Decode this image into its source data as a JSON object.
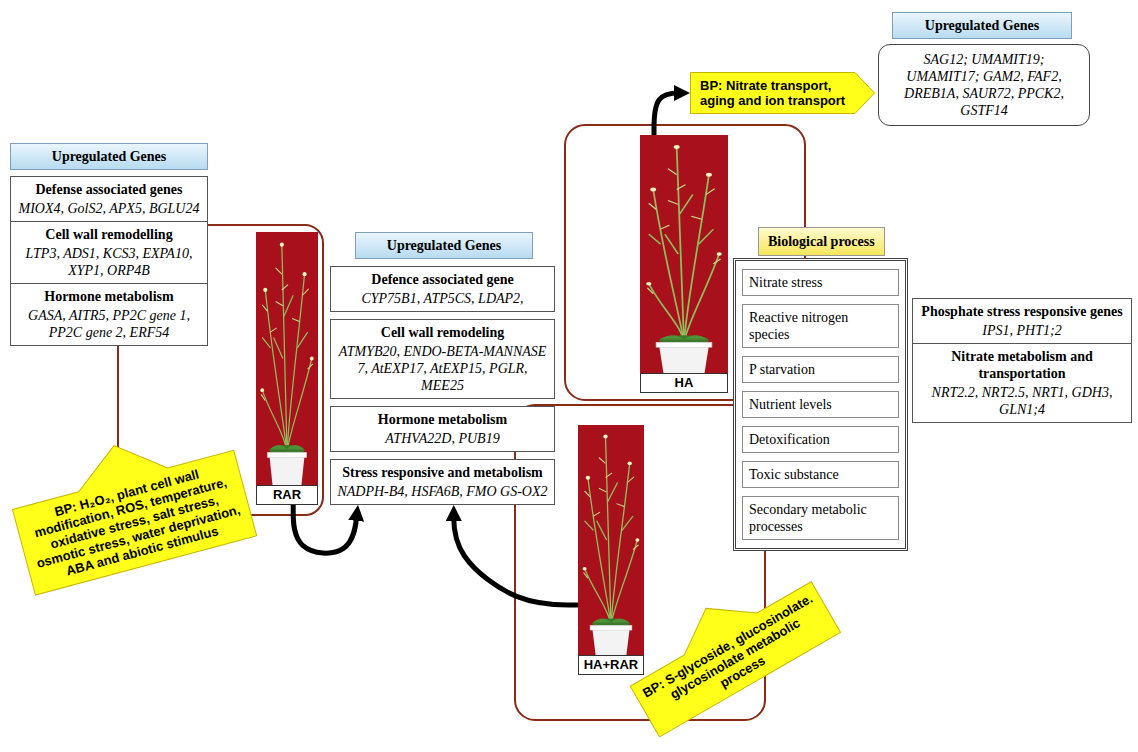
{
  "diagram": {
    "nodes": [
      {
        "text": [
          "Upregulated Genes"
        ]
      },
      {
        "text": [
          "Defense associated genes",
          "MIOX4, GolS2, APX5, BGLU24"
        ]
      },
      {
        "text": [
          "Cell wall remodelling",
          "LTP3, ADS1, KCS3, EXPA10, XYP1, ORP4B"
        ]
      },
      {
        "text": [
          "Hormone metabolism",
          "GASA, AITR5, PP2C gene 1, PP2C gene 2, ERF54"
        ]
      },
      {
        "text": [
          "BP: H₂O₂, plant cell wall modification, ROS, temperature, oxidative stress, salt stress, osmotic stress, water deprivation, ABA and abiotic stimulus"
        ]
      },
      {
        "text": [
          "RAR"
        ]
      },
      {
        "text": [
          "Upregulated Genes"
        ]
      },
      {
        "text": [
          "Defence associated gene",
          "CYP75B1, ATP5CS, LDAP2,"
        ]
      },
      {
        "text": [
          "Cell wall remodeling",
          "ATMYB20, ENDO-BETA-MANNASE 7, AtEXP17, AtEXP15, PGLR, MEE25"
        ]
      },
      {
        "text": [
          "Hormone metabolism",
          "ATHVA22D, PUB19"
        ]
      },
      {
        "text": [
          "Stress responsive and metabolism",
          "NADPH-B4, HSFA6B, FMO GS-OX2"
        ]
      },
      {
        "text": [
          "HA"
        ]
      },
      {
        "text": [
          "BP: Nitrate transport, aging and ion transport"
        ]
      },
      {
        "text": [
          "Upregulated Genes"
        ]
      },
      {
        "text": [
          "SAG12; UMAMIT19; UMAMIT17; GAM2, FAF2, DREB1A, SAUR72, PPCK2, GSTF14"
        ]
      },
      {
        "text": [
          "Biological process"
        ]
      },
      {
        "text": [
          "Nitrate stress"
        ],
        "in": 15
      },
      {
        "text": [
          "Reactive nitrogen species"
        ],
        "in": 15
      },
      {
        "text": [
          "P starvation"
        ],
        "in": 15
      },
      {
        "text": [
          "Nutrient levels"
        ],
        "in": 15
      },
      {
        "text": [
          "Detoxification"
        ],
        "in": 15
      },
      {
        "text": [
          "Toxic substance"
        ],
        "in": 15
      },
      {
        "text": [
          "Secondary metabolic processes"
        ],
        "in": 15
      },
      {
        "text": [
          "Phosphate stress responsive genes",
          "IPS1, PHT1;2"
        ]
      },
      {
        "text": [
          "Nitrate metabolism and transportation",
          "NRT2.2, NRT2.5, NRT1, GDH3, GLN1;4"
        ]
      },
      {
        "text": [
          "HA+RAR"
        ]
      },
      {
        "text": [
          "BP: S-glycoside, glucosinolate. glycosinolate metabolic process"
        ]
      }
    ],
    "edges": [
      {
        "from": 5,
        "to": 10,
        "arrow": "to"
      },
      {
        "from": 25,
        "to": 10,
        "arrow": "to"
      },
      {
        "from": 11,
        "to": 12,
        "arrow": "to"
      }
    ]
  }
}
